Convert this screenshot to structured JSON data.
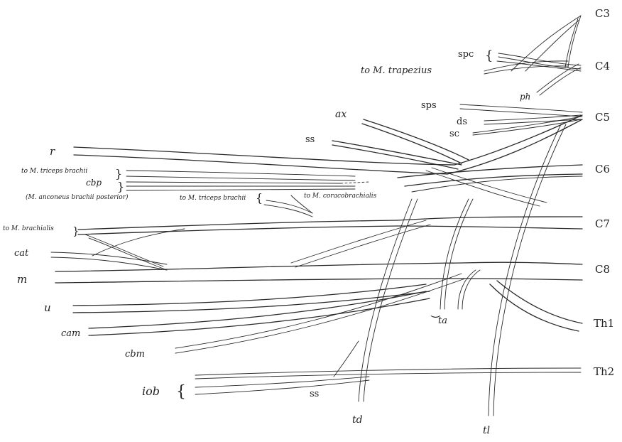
{
  "roots": [
    "C3",
    "C4",
    "C5",
    "C6",
    "C7",
    "C8",
    "Th1",
    "Th2"
  ],
  "labels": {
    "spc": "spc",
    "trapezius": "to M. trapezius",
    "ph": "ph",
    "sps": "sps",
    "ds": "ds",
    "sc": "sc",
    "ax": "ax",
    "ss_top": "ss",
    "r": "r",
    "triceps": "to M. triceps brachii",
    "cbp": "cbp",
    "anconeus": "(M. anconeus brachii posterior)",
    "triceps2": "to M. triceps brachii",
    "coracobrachialis": "to M. coracobrachialis",
    "brachialis": "to M. brachialis",
    "cat": "cat",
    "m": "m",
    "u": "u",
    "cam": "cam",
    "cbm": "cbm",
    "iob": "iob",
    "ss_bottom": "ss",
    "td": "td",
    "ta": "ta",
    "tl": "tl"
  }
}
